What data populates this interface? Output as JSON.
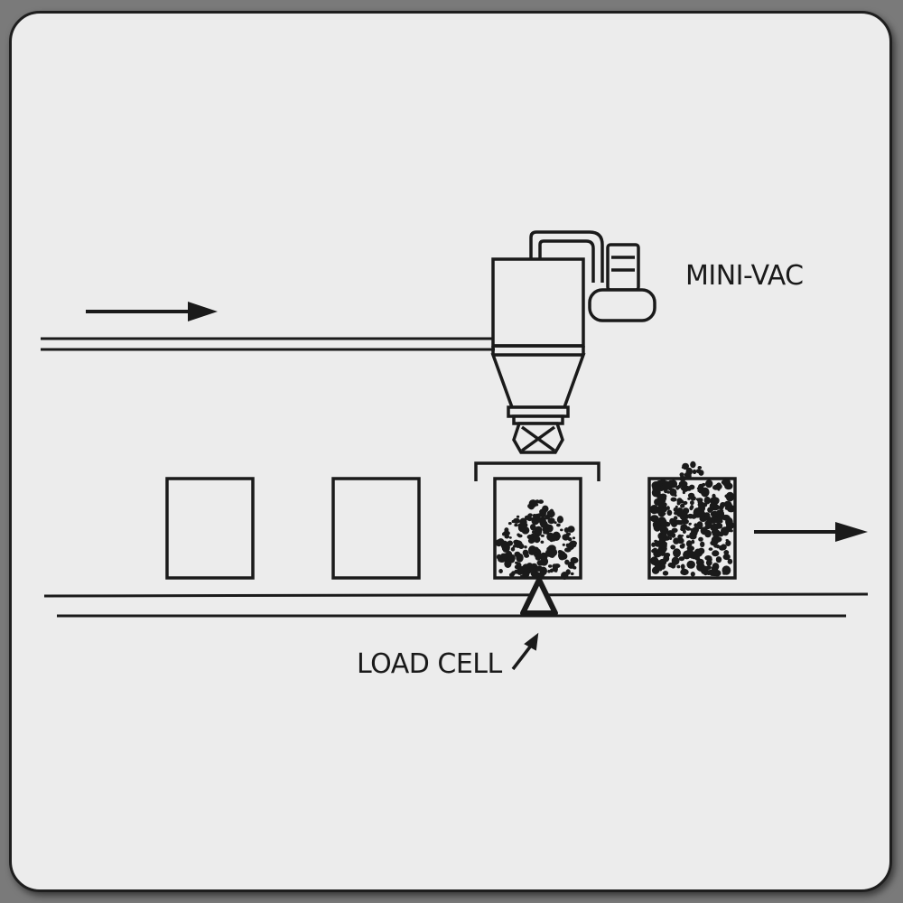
{
  "labels": {
    "mini_vac": "MINI-VAC",
    "load_cell": "LOAD CELL"
  },
  "colors": {
    "ink": "#1a1a1a",
    "paper": "#ececec",
    "frame": "#1e1e1e"
  },
  "containers": [
    {
      "id": "container-1",
      "fill_state": "empty"
    },
    {
      "id": "container-2",
      "fill_state": "empty"
    },
    {
      "id": "container-3",
      "fill_state": "filling"
    },
    {
      "id": "container-4",
      "fill_state": "full"
    }
  ]
}
